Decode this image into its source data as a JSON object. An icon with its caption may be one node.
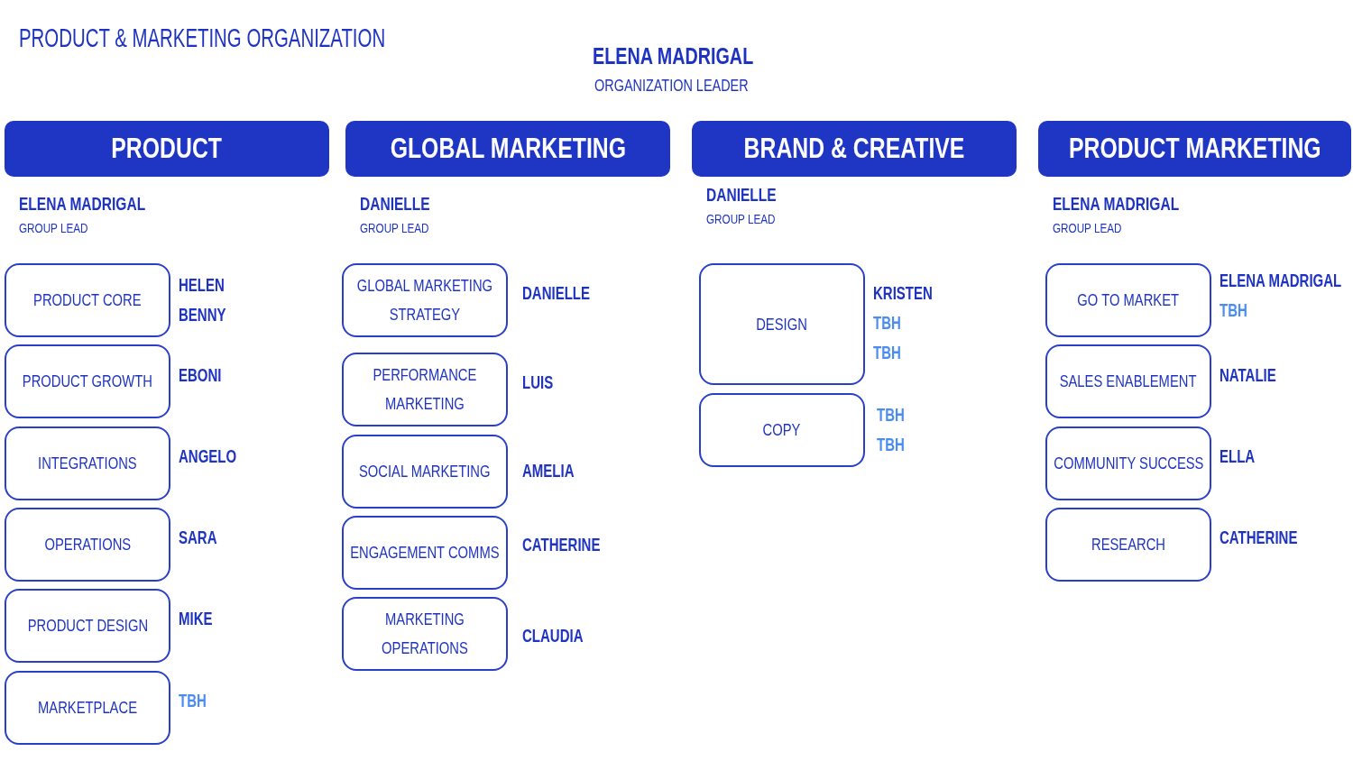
{
  "diagram": {
    "title": "PRODUCT & MARKETING ORGANIZATION",
    "nodes": [
      {
        "text": [
          "PRODUCT"
        ],
        "beside": [
          "ELENA MADRIGAL",
          "GROUP LEAD"
        ]
      },
      {
        "text": [
          "PRODUCT CORE"
        ],
        "beside": [
          "HELEN",
          "BENNY"
        ]
      },
      {
        "text": [
          "PRODUCT GROWTH"
        ],
        "beside": [
          "EBONI"
        ]
      },
      {
        "text": [
          "INTEGRATIONS"
        ],
        "beside": [
          "ANGELO"
        ]
      },
      {
        "text": [
          "OPERATIONS"
        ],
        "beside": [
          "SARA"
        ]
      },
      {
        "text": [
          "PRODUCT DESIGN"
        ],
        "beside": [
          "MIKE"
        ]
      },
      {
        "text": [
          "MARKETPLACE"
        ],
        "beside": [
          "TBH"
        ]
      },
      {
        "text": [
          "GLOBAL MARKETING"
        ],
        "beside": [
          "DANIELLE",
          "GROUP LEAD"
        ]
      },
      {
        "text": [
          "GLOBAL MARKETING STRATEGY"
        ],
        "beside": [
          "DANIELLE"
        ]
      },
      {
        "text": [
          "PERFORMANCE MARKETING"
        ],
        "beside": [
          "LUIS"
        ]
      },
      {
        "text": [
          "SOCIAL MARKETING"
        ],
        "beside": [
          "AMELIA"
        ]
      },
      {
        "text": [
          "ENGAGEMENT COMMS"
        ],
        "beside": [
          "CATHERINE"
        ]
      },
      {
        "text": [
          "MARKETING OPERATIONS"
        ],
        "beside": [
          "CLAUDIA"
        ]
      },
      {
        "text": [
          "BRAND & CREATIVE"
        ],
        "beside": [
          "DANIELLE",
          "GROUP LEAD"
        ]
      },
      {
        "text": [
          "DESIGN"
        ],
        "beside": [
          "KRISTEN",
          "TBH",
          "TBH"
        ]
      },
      {
        "text": [
          "COPY"
        ],
        "beside": [
          "TBH",
          "TBH"
        ]
      },
      {
        "text": [
          "PRODUCT MARKETING"
        ],
        "beside": [
          "ELENA MADRIGAL",
          "GROUP LEAD"
        ]
      },
      {
        "text": [
          "GO TO MARKET"
        ],
        "beside": [
          "ELENA MADRIGAL",
          "TBH"
        ]
      },
      {
        "text": [
          "SALES ENABLEMENT"
        ],
        "beside": [
          "NATALIE"
        ]
      },
      {
        "text": [
          "COMMUNITY SUCCESS"
        ],
        "beside": [
          "ELLA"
        ]
      },
      {
        "text": [
          "RESEARCH"
        ],
        "beside": [
          "CATHERINE"
        ]
      }
    ],
    "labels": [
      "ELENA MADRIGAL",
      "ORGANIZATION LEADER"
    ]
  }
}
